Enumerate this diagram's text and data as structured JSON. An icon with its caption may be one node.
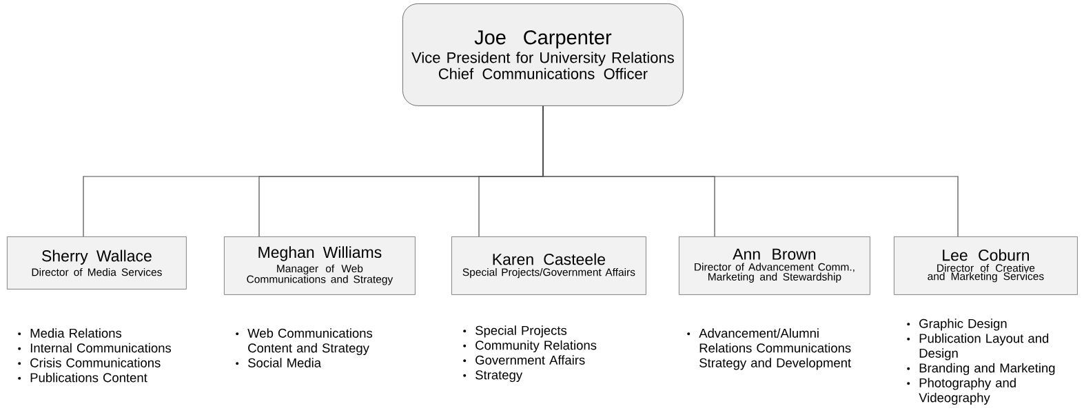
{
  "diagram": {
    "nodes": [
      {
        "text": [
          "Joe Carpenter",
          "Vice President for University Relations",
          "Chief Communications Officer"
        ]
      },
      {
        "text": [
          "Sherry Wallace",
          "Director of Media Services"
        ],
        "beside": [
          "Media Relations",
          "Internal Communications",
          "Crisis Communications",
          "Publications Content"
        ]
      },
      {
        "text": [
          "Meghan Williams",
          "Manager of Web Communications and Strategy"
        ],
        "beside": [
          "Web Communications Content and Strategy",
          "Social Media"
        ]
      },
      {
        "text": [
          "Karen Casteele",
          "Special Projects/Government Affairs"
        ],
        "beside": [
          "Special Projects",
          "Community Relations",
          "Government Affairs",
          "Strategy"
        ]
      },
      {
        "text": [
          "Ann Brown",
          "Director of Advancement Comm., Marketing and Stewardship"
        ],
        "beside": [
          "Advancement/Alumni Relations Communications Strategy and Development"
        ]
      },
      {
        "text": [
          "Lee Coburn",
          "Director of Creative and Marketing Services"
        ],
        "beside": [
          "Graphic Design",
          "Publication Layout and Design",
          "Branding and Marketing",
          "Photography and Videography"
        ]
      }
    ],
    "edges": [
      {
        "from": 0,
        "to": 1,
        "arrow": "none"
      },
      {
        "from": 0,
        "to": 2,
        "arrow": "none"
      },
      {
        "from": 0,
        "to": 3,
        "arrow": "none"
      },
      {
        "from": 0,
        "to": 4,
        "arrow": "none"
      },
      {
        "from": 0,
        "to": 5,
        "arrow": "none"
      }
    ]
  }
}
